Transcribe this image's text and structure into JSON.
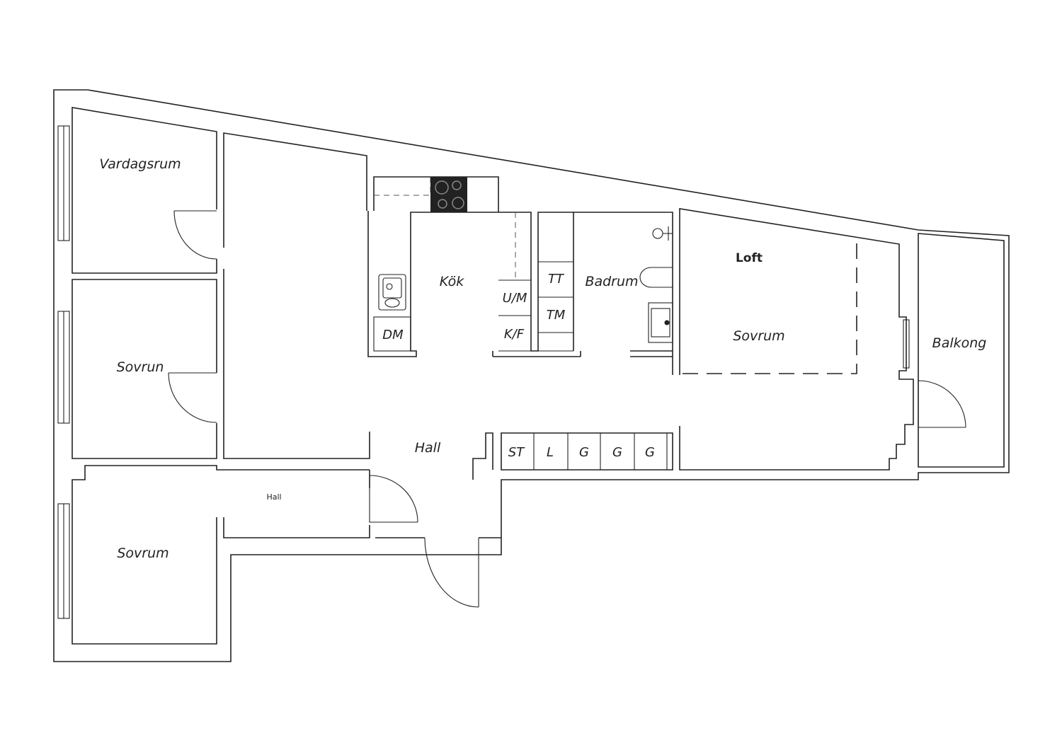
{
  "rooms": {
    "vardagsrum": "Vardagsrum",
    "sovrun": "Sovrun",
    "sovrum_bottom": "Sovrum",
    "hall_small": "Hall",
    "kok": "Kök",
    "hall_main": "Hall",
    "badrum": "Badrum",
    "loft": "Loft",
    "sovrum_loft": "Sovrum",
    "balkong": "Balkong"
  },
  "cabinets": {
    "dm": "DM",
    "um": "U/M",
    "kf": "K/F",
    "tt": "TT",
    "tm": "TM",
    "st": "ST",
    "l": "L",
    "g1": "G",
    "g2": "G",
    "g3": "G"
  },
  "icons": [
    "stove-icon",
    "sink-icon",
    "toilet-icon",
    "washbasin-icon",
    "shower-icon"
  ]
}
